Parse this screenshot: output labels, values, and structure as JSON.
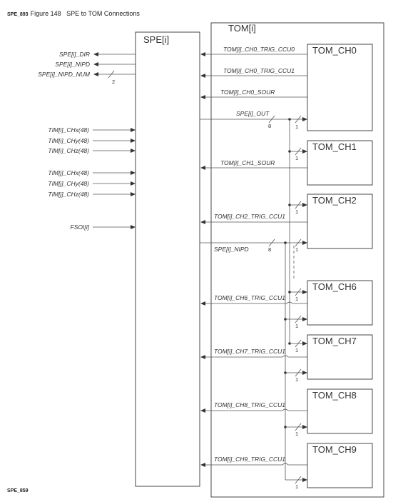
{
  "header": {
    "tag": "SPE_893",
    "figure": "Figure 148",
    "title": "SPE to TOM Connections"
  },
  "footer": {
    "tag": "SPE_859"
  },
  "spe_block": {
    "label": "SPE[i]"
  },
  "tom_block": {
    "label": "TOM[i]"
  },
  "left_outputs": [
    "SPE[i]_DIR",
    "SPE[i]_NIPD",
    "SPE[i]_NIPD_NUM"
  ],
  "bus_width_2": "2",
  "left_inputs": [
    "TIM[i]_CHx(48)",
    "TIM[i]_CHy(48)",
    "TIM[i]_CHz(48)",
    "TIM[j]_CHx(48)",
    "TIM[j]_CHy(48)",
    "TIM[j]_CHz(48)",
    "FSOI[i]"
  ],
  "channels": [
    "TOM_CH0",
    "TOM_CH1",
    "TOM_CH2",
    "TOM_CH6",
    "TOM_CH7",
    "TOM_CH8",
    "TOM_CH9"
  ],
  "ch0_signals": [
    "TOM[i]_CH0_TRIG_CCU0",
    "TOM[i]_CH0_TRIG_CCU1",
    "TOM[i]_CH0_SOUR"
  ],
  "spe_out": "SPE[i]_OUT",
  "spe_nipd": "SPE[i]_NIPD",
  "bus_width_8": "8",
  "bit_label": "1",
  "ch1_sour": "TOM[i]_CH1_SOUR",
  "trig_signals": [
    "TOM[i]_CH2_TRIG_CCU1",
    "TOM[i]_CH6_TRIG_CCU1",
    "TOM[i]_CH7_TRIG_CCU1",
    "TOM[i]_CH8_TRIG_CCU1",
    "TOM[i]_CH9_TRIG_CCU1"
  ]
}
